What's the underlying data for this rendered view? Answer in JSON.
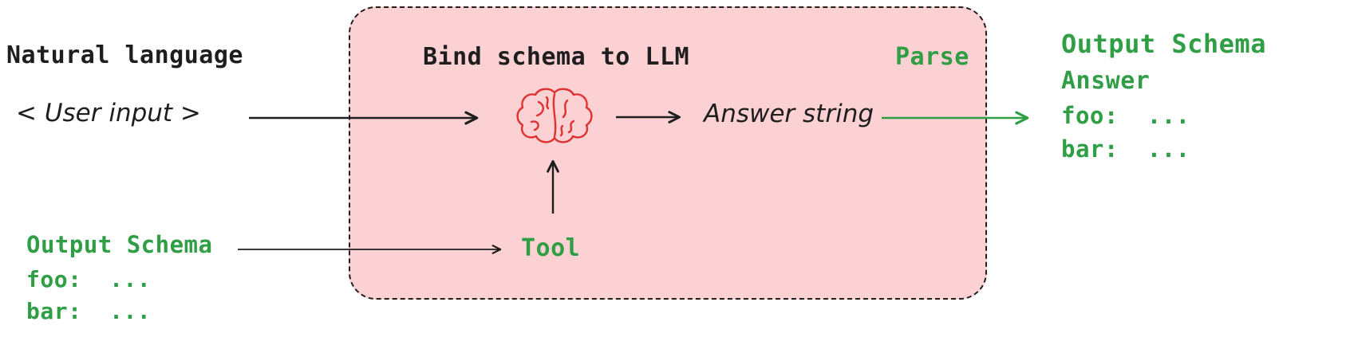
{
  "diagram": {
    "colors": {
      "green": "#2f9e44",
      "pink_fill": "#fbd1d3",
      "dark_text": "#1e1e1e",
      "brain_red": "#e03131"
    },
    "left_top": {
      "title": "Natural language",
      "input": "< User input >"
    },
    "left_bottom": {
      "title": "Output Schema",
      "lines": [
        "foo:  ...",
        "bar:  ..."
      ]
    },
    "box": {
      "title": "Bind schema to LLM",
      "parse_label": "Parse",
      "answer_label": "Answer string",
      "tool_label": "Tool"
    },
    "right": {
      "title": "Output Schema",
      "answer": "Answer",
      "lines": [
        "foo:  ...",
        "bar:  ..."
      ]
    }
  }
}
